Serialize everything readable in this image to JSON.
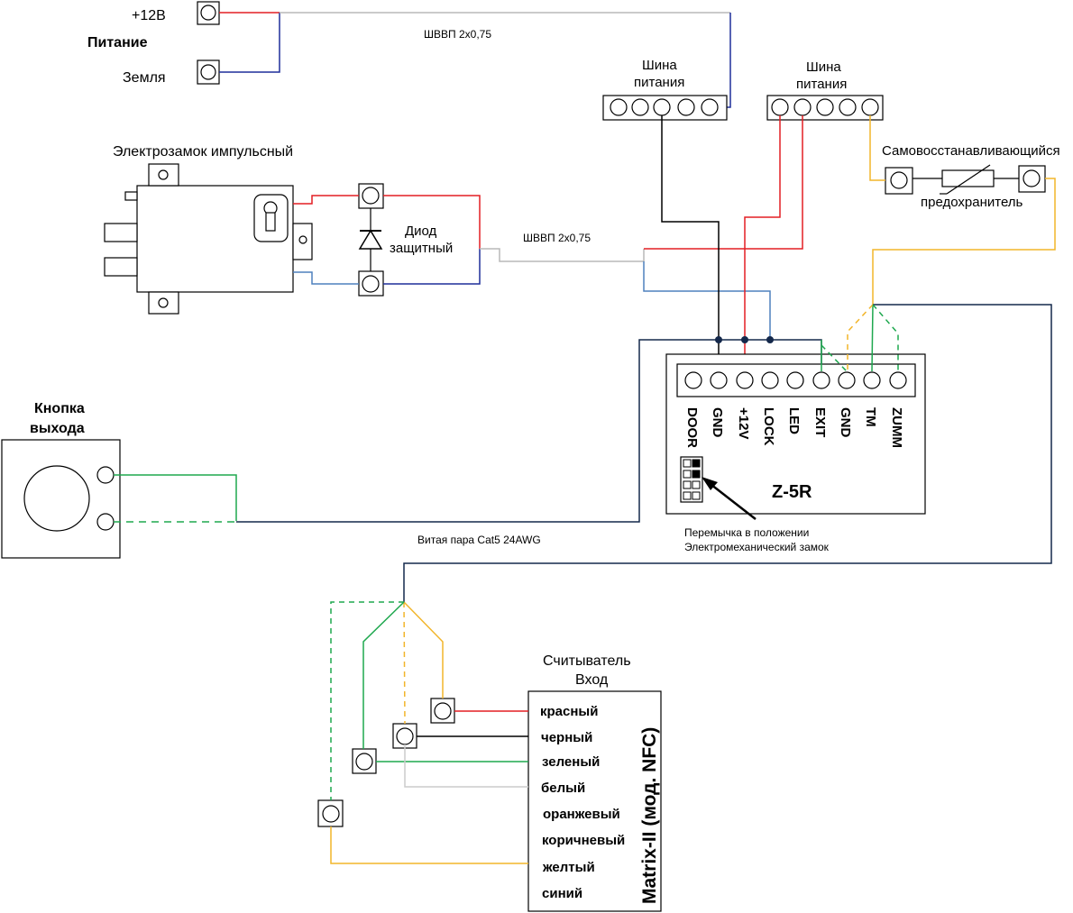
{
  "power": {
    "title": "Питание",
    "plus_label": "+12В",
    "ground_label": "Земля",
    "cable_label": "ШВВП 2х0,75"
  },
  "buses": {
    "left_label_line1": "Шина",
    "left_label_line2": "питания",
    "right_label_line1": "Шина",
    "right_label_line2": "питания"
  },
  "fuse": {
    "label_line1": "Самовосстанавливающийся",
    "label_line2": "предохранитель"
  },
  "lock": {
    "title": "Электрозамок импульсный",
    "diode_line1": "Диод",
    "diode_line2": "защитный",
    "cable_label": "ШВВП 2х0,75"
  },
  "button": {
    "title_line1": "Кнопка",
    "title_line2": "выхода",
    "cable_label": "Витая пара Cat5 24AWG"
  },
  "controller": {
    "name": "Z-5R",
    "terminals": [
      "DOOR",
      "GND",
      "+12V",
      "LOCK",
      "LED",
      "EXIT",
      "GND",
      "TM",
      "ZUMM"
    ],
    "jumper_note_line1": "Перемычка в положении",
    "jumper_note_line2": "Электромеханический замок"
  },
  "reader": {
    "title_line1": "Считыватель",
    "title_line2": "Вход",
    "model": "Matrix-II (мод. NFC)",
    "wires": [
      "красный",
      "черный",
      "зеленый",
      "белый",
      "оранжевый",
      "коричневый",
      "желтый",
      "синий"
    ]
  },
  "colors": {
    "red": "#e31e24",
    "blue": "#1f2f9a",
    "light_blue": "#4f81bd",
    "green": "#1fa84f",
    "yellow": "#f2b52a",
    "gray": "#b8b8b8",
    "navy": "#14284b",
    "light_gray": "#cccccc"
  }
}
